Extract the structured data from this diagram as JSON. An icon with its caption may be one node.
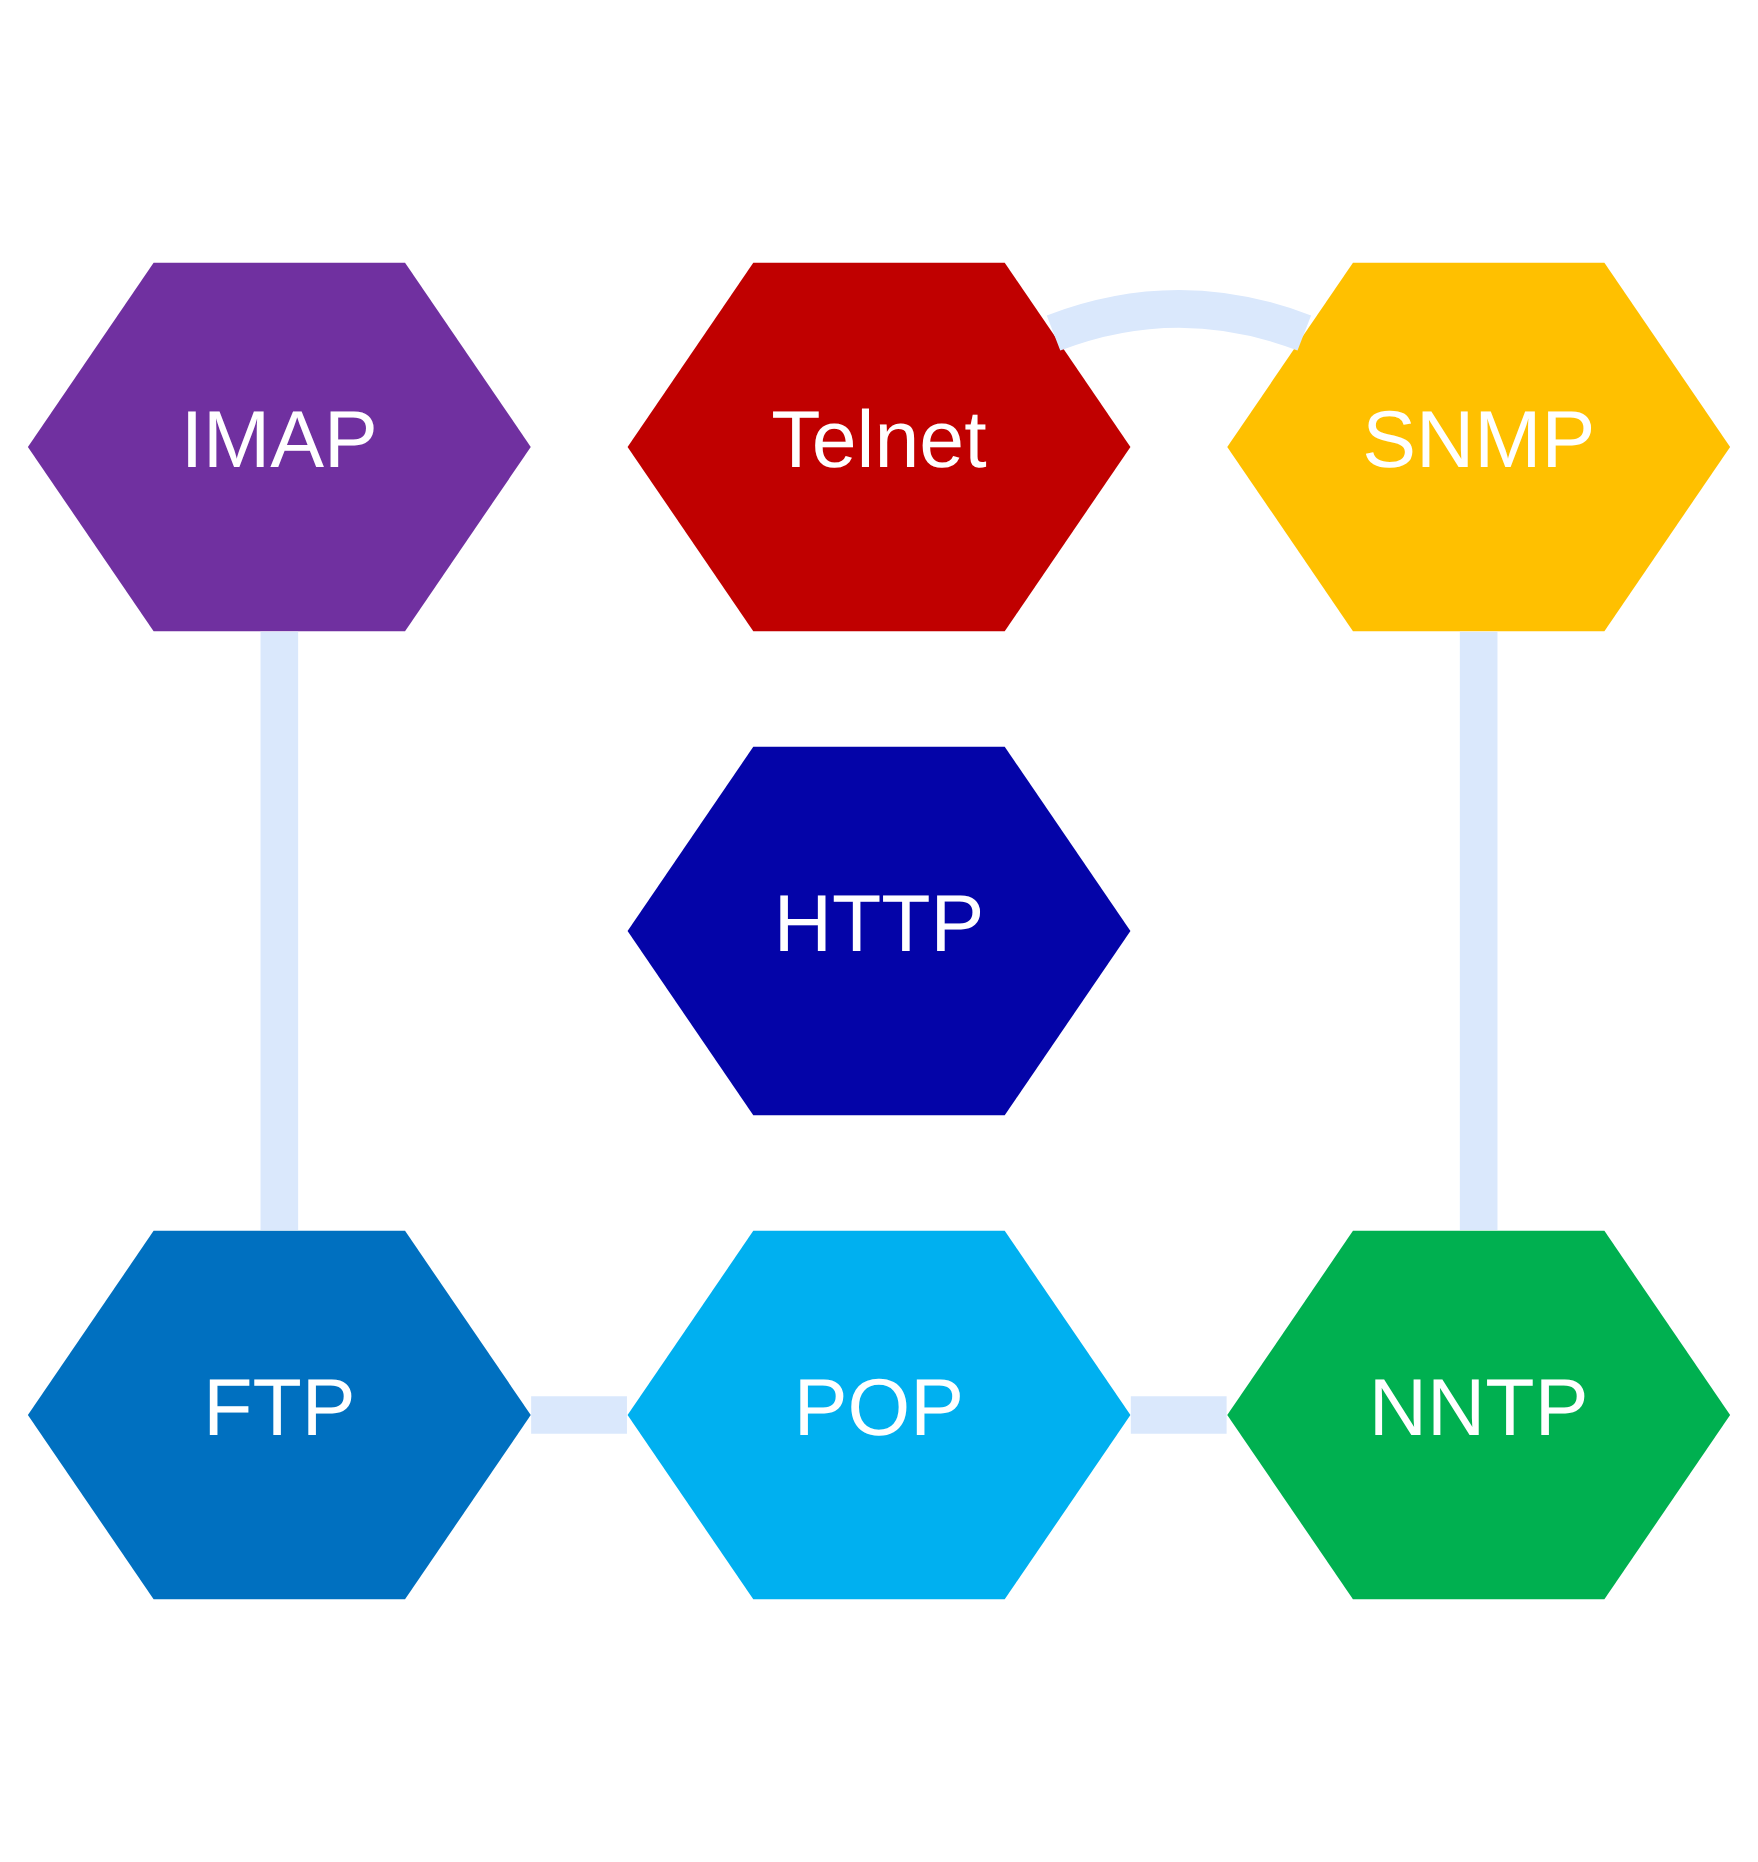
{
  "diagram": {
    "nodes": [
      {
        "text": [
          "HTTP"
        ]
      },
      {
        "text": [
          "Telnet"
        ]
      },
      {
        "text": [
          "SNMP"
        ]
      },
      {
        "text": [
          "NNTP"
        ]
      },
      {
        "text": [
          "POP"
        ]
      },
      {
        "text": [
          "FTP"
        ]
      },
      {
        "text": [
          "IMAP"
        ]
      }
    ],
    "edges": [
      {
        "from": 1,
        "to": 2,
        "arrow": "none"
      },
      {
        "from": 2,
        "to": 3,
        "arrow": "none"
      },
      {
        "from": 3,
        "to": 4,
        "arrow": "none"
      },
      {
        "from": 4,
        "to": 5,
        "arrow": "none"
      },
      {
        "from": 5,
        "to": 6,
        "arrow": "none"
      }
    ]
  }
}
